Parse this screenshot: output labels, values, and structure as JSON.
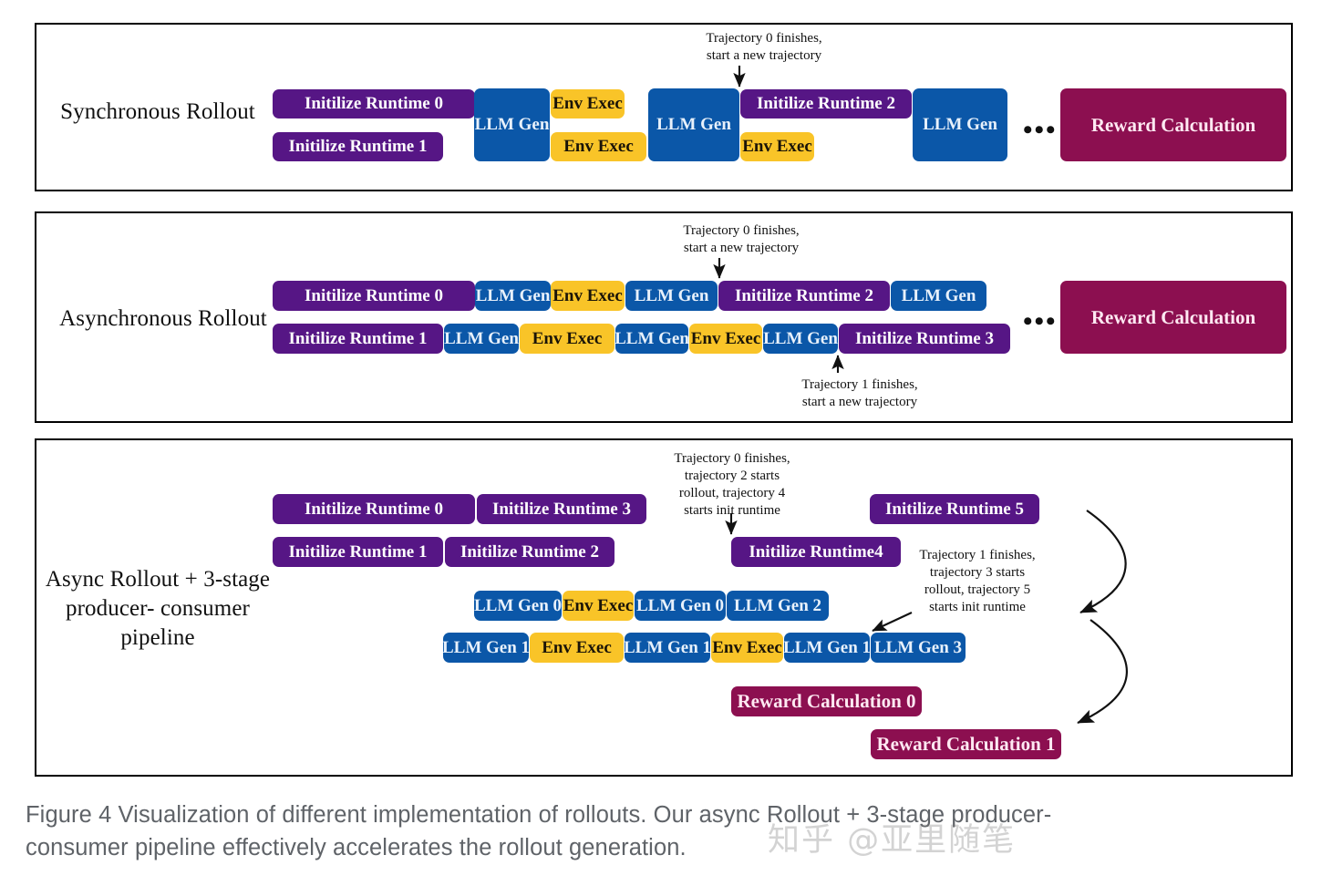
{
  "figure": {
    "caption_line1": "Figure 4 Visualization of different implementation of rollouts. Our async Rollout + 3-stage producer-",
    "caption_line2": "consumer pipeline effectively accelerates the rollout generation.",
    "watermark": "知乎 @亚里随笔"
  },
  "colors": {
    "init": "#561685",
    "llm": "#0B57A8",
    "env": "#F9C428",
    "reward": "#8C0F50",
    "panel_border": "#000000",
    "caption_text": "#5f6368"
  },
  "panels": [
    {
      "id": "sync",
      "label": "Synchronous Rollout",
      "ellipsis": "•••",
      "annotation": "Trajectory 0 finishes,\nstart a new trajectory",
      "blocks": [
        {
          "text": "Initilize Runtime 0",
          "kind": "init"
        },
        {
          "text": "Initilize Runtime 1",
          "kind": "init"
        },
        {
          "text": "LLM Gen",
          "kind": "llm"
        },
        {
          "text": "Env Exec",
          "kind": "env"
        },
        {
          "text": "Env Exec",
          "kind": "env"
        },
        {
          "text": "LLM Gen",
          "kind": "llm"
        },
        {
          "text": "Initilize Runtime 2",
          "kind": "init"
        },
        {
          "text": "Env Exec",
          "kind": "env"
        },
        {
          "text": "LLM Gen",
          "kind": "llm"
        },
        {
          "text": "Reward Calculation",
          "kind": "rew"
        }
      ]
    },
    {
      "id": "async",
      "label": "Asynchronous Rollout",
      "ellipsis": "•••",
      "annotation_top": "Trajectory 0 finishes,\nstart a new trajectory",
      "annotation_bottom": "Trajectory 1 finishes,\nstart a new trajectory",
      "blocks": [
        {
          "text": "Initilize Runtime 0",
          "kind": "init"
        },
        {
          "text": "LLM Gen",
          "kind": "llm"
        },
        {
          "text": "Env Exec",
          "kind": "env"
        },
        {
          "text": "LLM Gen",
          "kind": "llm"
        },
        {
          "text": "Initilize Runtime 2",
          "kind": "init"
        },
        {
          "text": "LLM Gen",
          "kind": "llm"
        },
        {
          "text": "Initilize Runtime 1",
          "kind": "init"
        },
        {
          "text": "LLM Gen",
          "kind": "llm"
        },
        {
          "text": "Env Exec",
          "kind": "env"
        },
        {
          "text": "LLM Gen",
          "kind": "llm"
        },
        {
          "text": "Env Exec",
          "kind": "env"
        },
        {
          "text": "LLM Gen",
          "kind": "llm"
        },
        {
          "text": "Initilize Runtime 3",
          "kind": "init"
        },
        {
          "text": "Reward Calculation",
          "kind": "rew"
        }
      ]
    },
    {
      "id": "pipeline",
      "label": "Async  Rollout +\n3-stage producer-\nconsumer pipeline",
      "annotation_top": "Trajectory 0 finishes,\ntrajectory 2 starts\nrollout, trajectory 4\nstarts init runtime",
      "annotation_mid": "Trajectory 1 finishes,\ntrajectory 3 starts\nrollout, trajectory 5\nstarts init runtime",
      "blocks": [
        {
          "text": "Initilize Runtime 0",
          "kind": "init"
        },
        {
          "text": "Initilize Runtime 3",
          "kind": "init"
        },
        {
          "text": "Initilize Runtime 5",
          "kind": "init"
        },
        {
          "text": "Initilize Runtime 1",
          "kind": "init"
        },
        {
          "text": "Initilize Runtime 2",
          "kind": "init"
        },
        {
          "text": "Initilize Runtime4",
          "kind": "init"
        },
        {
          "text": "LLM Gen 0",
          "kind": "llm"
        },
        {
          "text": "Env Exec",
          "kind": "env"
        },
        {
          "text": "LLM Gen 0",
          "kind": "llm"
        },
        {
          "text": "LLM Gen 2",
          "kind": "llm"
        },
        {
          "text": "LLM Gen 1",
          "kind": "llm"
        },
        {
          "text": "Env Exec",
          "kind": "env"
        },
        {
          "text": "LLM Gen 1",
          "kind": "llm"
        },
        {
          "text": "Env Exec",
          "kind": "env"
        },
        {
          "text": "LLM Gen 1",
          "kind": "llm"
        },
        {
          "text": "LLM Gen 3",
          "kind": "llm"
        },
        {
          "text": "Reward Calculation 0",
          "kind": "rew"
        },
        {
          "text": "Reward Calculation 1",
          "kind": "rew"
        }
      ]
    }
  ]
}
